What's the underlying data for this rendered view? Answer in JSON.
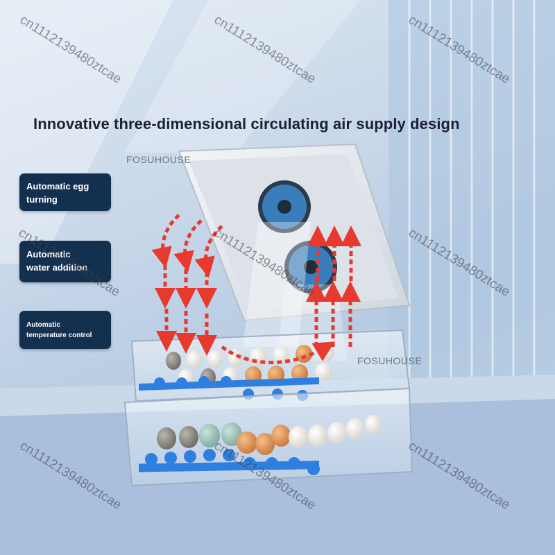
{
  "headline": "Innovative three-dimensional circulating air supply design",
  "features": [
    {
      "line1": "Automatic egg",
      "line2": "turning"
    },
    {
      "line1": "Automatic",
      "line2": "water addition"
    },
    {
      "line1": "Automatic",
      "line2": "temperature control"
    }
  ],
  "brand": "FOSUHOUSE",
  "watermark": "cn1112139480ztcae",
  "colors": {
    "badge": "#14304f",
    "arrow": "#e8392f",
    "fan": "#3f8fd6",
    "roller": "#2f7fe0"
  }
}
